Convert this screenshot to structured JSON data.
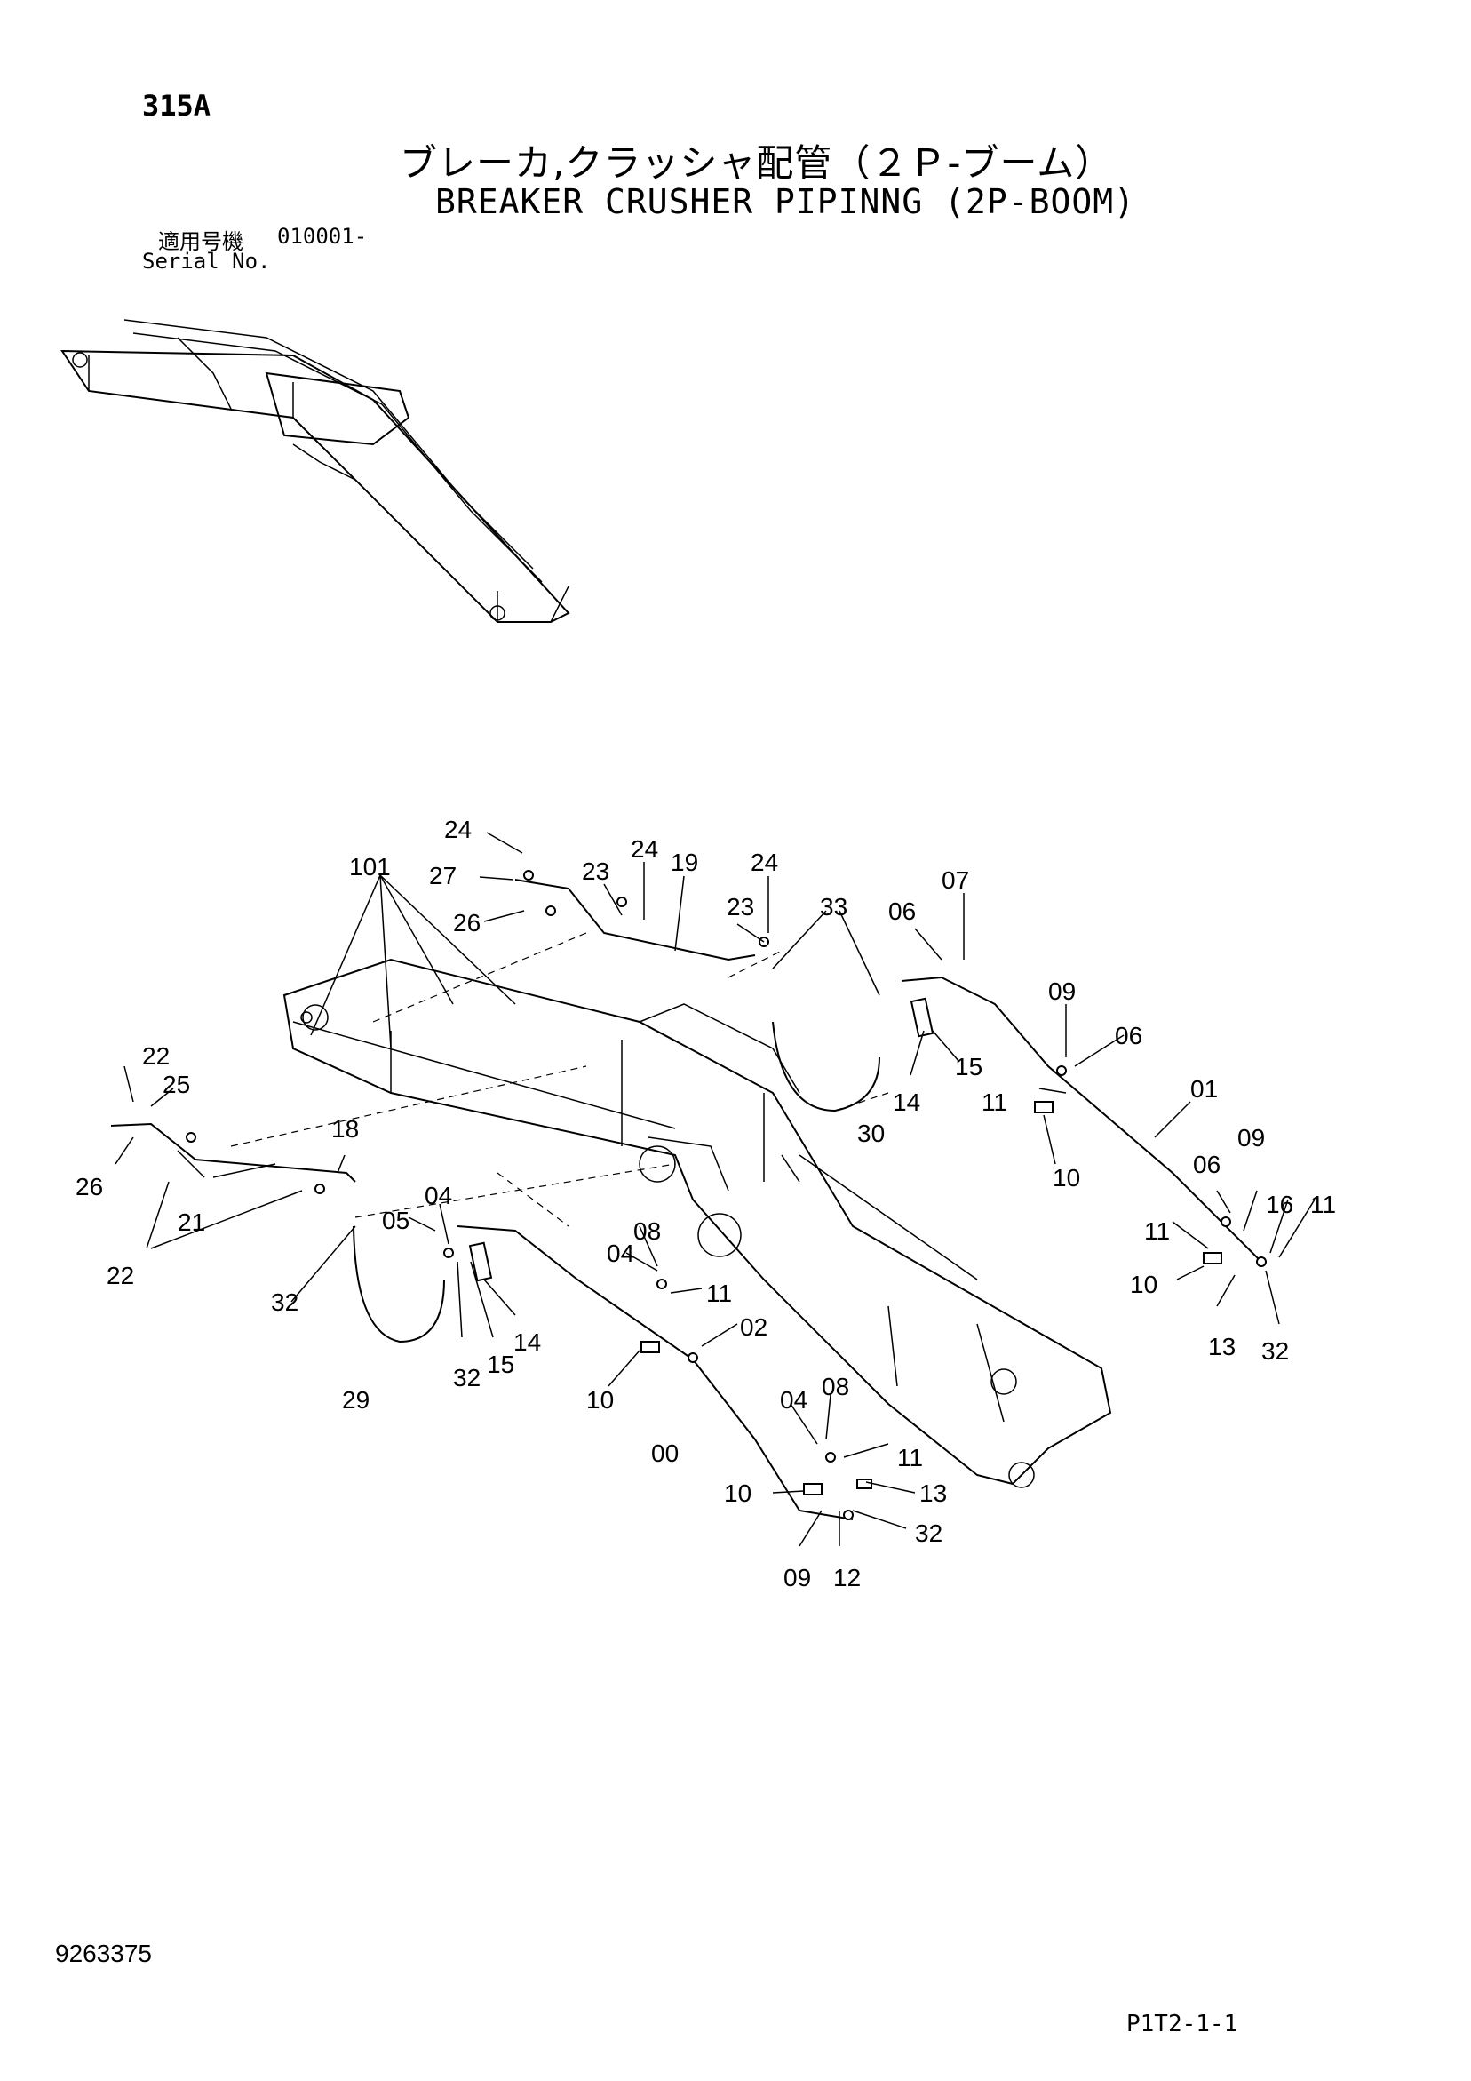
{
  "header": {
    "page_code": "315A",
    "title_jp": "ブレーカ,クラッシャ配管（２Ｐ-ブーム）",
    "title_en": "BREAKER CRUSHER PIPINNG (2P-BOOM)",
    "serial_label_jp": "適用号機",
    "serial_value": "010001-",
    "serial_label_en": "Serial No."
  },
  "callouts": [
    "24",
    "27",
    "26",
    "23",
    "24",
    "19",
    "24",
    "23",
    "33",
    "101",
    "06",
    "07",
    "09",
    "06",
    "15",
    "14",
    "30",
    "11",
    "01",
    "10",
    "22",
    "25",
    "26",
    "18",
    "21",
    "22",
    "32",
    "05",
    "04",
    "08",
    "04",
    "11",
    "02",
    "14",
    "15",
    "32",
    "29",
    "10",
    "00",
    "04",
    "08",
    "11",
    "13",
    "10",
    "32",
    "09",
    "12",
    "06",
    "09",
    "11",
    "16",
    "11",
    "10",
    "13",
    "32"
  ],
  "footer": {
    "doc_number": "9263375",
    "page_ref": "P1T2-1-1"
  }
}
